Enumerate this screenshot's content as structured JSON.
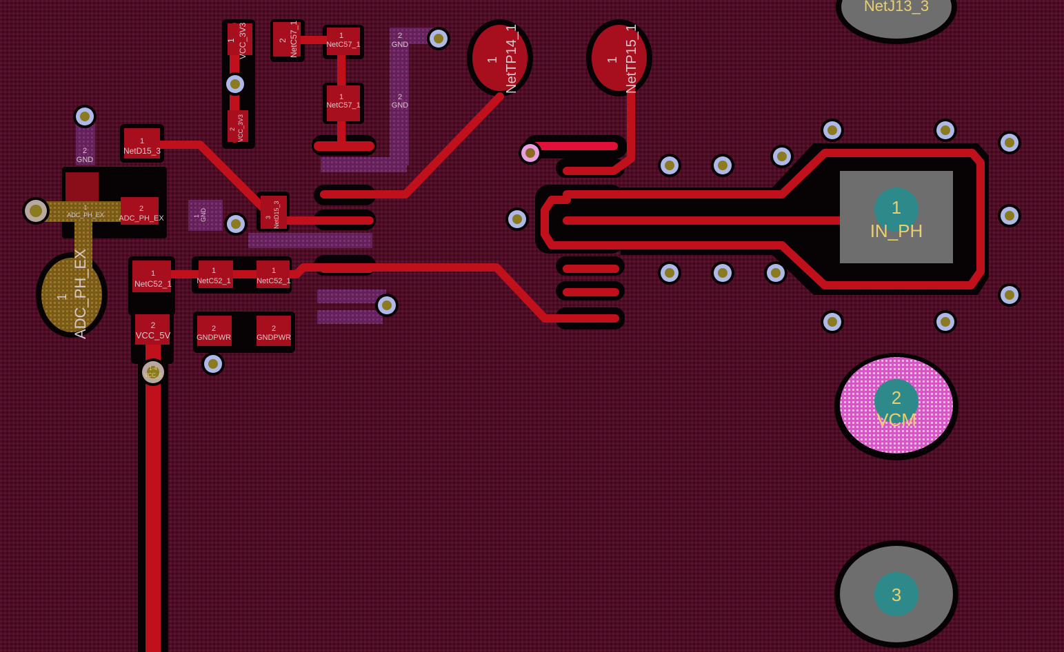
{
  "colors": {
    "board": "#4a0f22",
    "copper": "#c0101c",
    "copper_dark": "#8a0d1a",
    "keepout": "#070304",
    "via_ring": "#b0b8e8",
    "via_hole": "#8a7a20",
    "pad_grey": "#6e6e6e",
    "pad_teal": "#2e8a8a",
    "pad_pink": "#e050c8",
    "label": "#d8c8cc",
    "label_yellow": "#e8d070"
  },
  "labels": {
    "vcc_3v3_top": "VCC_3V3",
    "vcc_3v3_top_pin": "1",
    "vcc_3v3_bot": "VCC_3V3",
    "vcc_3v3_bot_pin": "2",
    "netc57_left": "NetC57_1",
    "netc57_left_pin": "2",
    "netc57_a": "NetC57_1",
    "netc57_a_pin": "1",
    "netc57_b": "NetC57_1",
    "netc57_b_pin": "1",
    "gnd_top_a": "GND",
    "gnd_top_a_pin": "2",
    "gnd_top_b": "GND",
    "gnd_top_b_pin": "2",
    "nettp14": "NetTP14_1",
    "nettp14_pin": "1",
    "nettp15": "NetTP15_1",
    "nettp15_pin": "1",
    "netj13": "NetJ13_3",
    "gnd_left": "GND",
    "gnd_left_pin": "2",
    "netd15_a": "NetD15_3",
    "netd15_a_pin": "1",
    "netd15_b": "NetD15_3",
    "netd15_b_pin": "3",
    "gnd_small": "GND",
    "gnd_small_pin": "1",
    "adc_ph_ex_small": "ADC_PH_EX",
    "adc_ph_ex_small_pin": "1",
    "adc_ph_ex_pad": "ADC_PH_EX",
    "adc_ph_ex_pad_pin": "2",
    "adc_ph_ex_big": "ADC_PH_EX",
    "adc_ph_ex_big_pin": "1",
    "netc52_a": "NetC52_1",
    "netc52_a_pin": "1",
    "netc52_b": "NetC52_1",
    "netc52_b_pin": "1",
    "netc52_c": "NetC52_1",
    "netc52_c_pin": "1",
    "vcc_5v": "VCC_5V",
    "vcc_5v_pin": "2",
    "vcc_5v_via": "VCC_5",
    "vcc_5v_via_pin": "1-4",
    "gndpwr_a": "GNDPWR",
    "gndpwr_a_pin": "2",
    "gndpwr_b": "GNDPWR",
    "gndpwr_b_pin": "2",
    "in_ph": "IN_PH",
    "in_ph_pin": "1",
    "vcm": "VCM",
    "vcm_pin": "2",
    "pin3": "3"
  }
}
